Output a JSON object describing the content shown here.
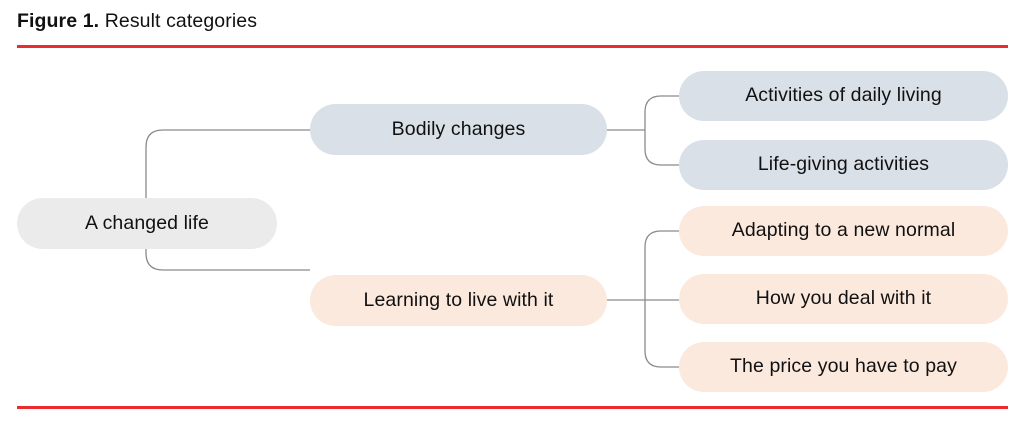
{
  "figure": {
    "caption_label": "Figure 1.",
    "caption_text": " Result categories",
    "rule_color": "#ec2b30"
  },
  "diagram": {
    "type": "tree",
    "root": {
      "label": "A changed life",
      "color": "#ebebeb"
    },
    "branches": [
      {
        "label": "Bodily changes",
        "color": "#d9e0e7",
        "children": [
          {
            "label": "Activities of daily living",
            "color": "#d9e0e7"
          },
          {
            "label": "Life-giving activities",
            "color": "#d9e0e7"
          }
        ]
      },
      {
        "label": "Learning to live with it",
        "color": "#fce9dd",
        "children": [
          {
            "label": "Adapting to a new normal",
            "color": "#fce9dd"
          },
          {
            "label": "How you deal with it",
            "color": "#fce9dd"
          },
          {
            "label": "The price you have to pay",
            "color": "#fce9dd"
          }
        ]
      }
    ],
    "connector_color": "#8a8a8a"
  }
}
